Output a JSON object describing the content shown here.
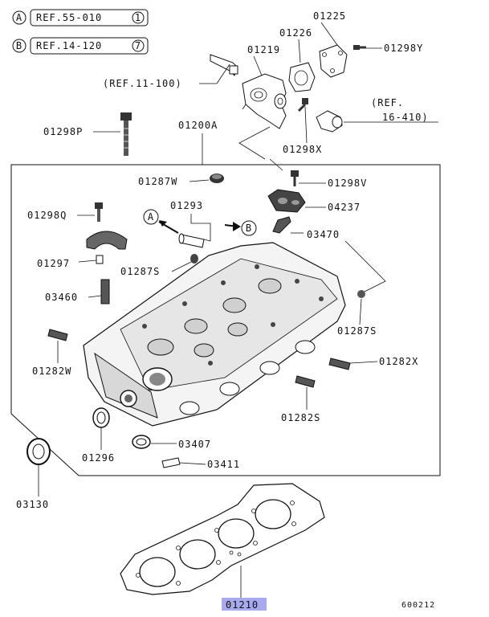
{
  "references": [
    {
      "circle": "A",
      "text": "REF.55-010",
      "count": "1"
    },
    {
      "circle": "B",
      "text": "REF.14-120",
      "count": "7"
    }
  ],
  "ref_notes": {
    "ref_11": "(REF.11-100)",
    "ref_16_a": "(REF.",
    "ref_16_b": "16-410)"
  },
  "markers": {
    "a": "A",
    "b": "B"
  },
  "parts": {
    "p01225": "01225",
    "p01226": "01226",
    "p01219": "01219",
    "p01298Y": "01298Y",
    "p01298P": "01298P",
    "p01200A": "01200A",
    "p01298X": "01298X",
    "p01287W": "01287W",
    "p01298V": "01298V",
    "p01293": "01293",
    "p04237": "04237",
    "p01298Q": "01298Q",
    "p03470": "03470",
    "p01297": "01297",
    "p01287S_a": "01287S",
    "p03460": "03460",
    "p01287S_b": "01287S",
    "p01282W": "01282W",
    "p01282X": "01282X",
    "p01282S": "01282S",
    "p01296": "01296",
    "p03407": "03407",
    "p03411": "03411",
    "p03130": "03130",
    "p01210": "01210"
  },
  "highlight_color": "#a9a9ee",
  "diagram_code": "600212"
}
